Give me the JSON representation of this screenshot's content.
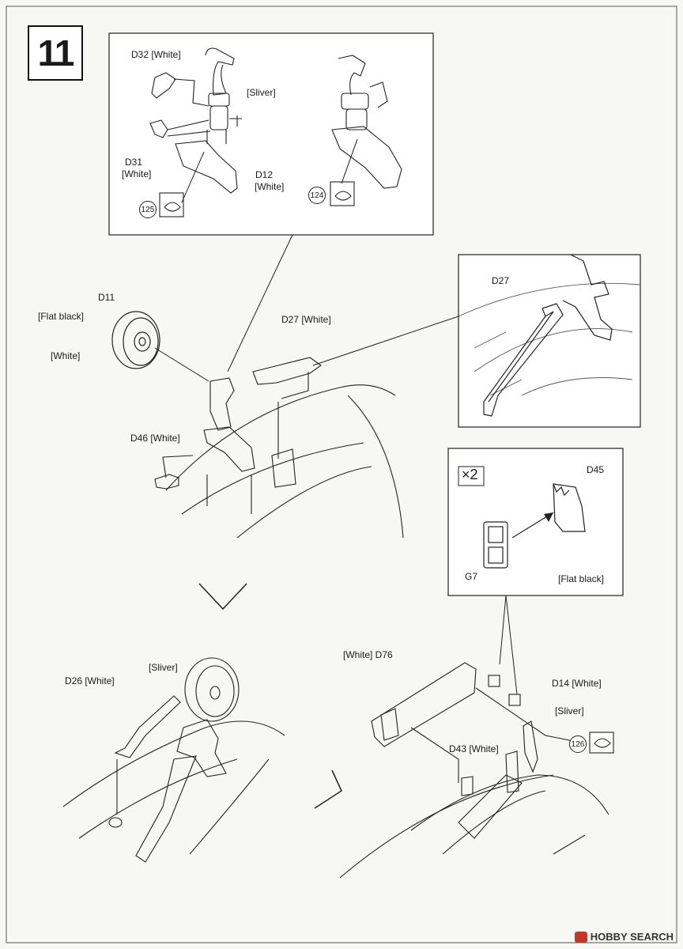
{
  "step": {
    "number": "11"
  },
  "inset_top": {
    "labels": {
      "d32": "D32 [White]",
      "sliver": "[Sliver]",
      "d31": "D31",
      "d31_color": "[White]",
      "d12": "D12",
      "d12_color": "[White]",
      "ref125": "125",
      "ref124": "124"
    }
  },
  "main_assembly": {
    "labels": {
      "d11": "D11",
      "flat_black": "[Flat black]",
      "white": "[White]",
      "d27": "D27 [White]",
      "d46": "D46 [White]"
    }
  },
  "inset_right": {
    "labels": {
      "d27": "D27"
    }
  },
  "inset_x2": {
    "multiplier": "×2",
    "labels": {
      "d45": "D45",
      "g7": "G7",
      "flat_black": "[Flat black]"
    }
  },
  "lower_left": {
    "labels": {
      "sliver": "[Sliver]",
      "d26": "D26 [White]"
    }
  },
  "lower_right": {
    "labels": {
      "d76": "[White] D76",
      "d14": "D14 [White]",
      "sliver": "[Sliver]",
      "ref126": "126",
      "d43": "D43 [White]"
    }
  },
  "watermark": {
    "text": "HOBBY SEARCH"
  }
}
